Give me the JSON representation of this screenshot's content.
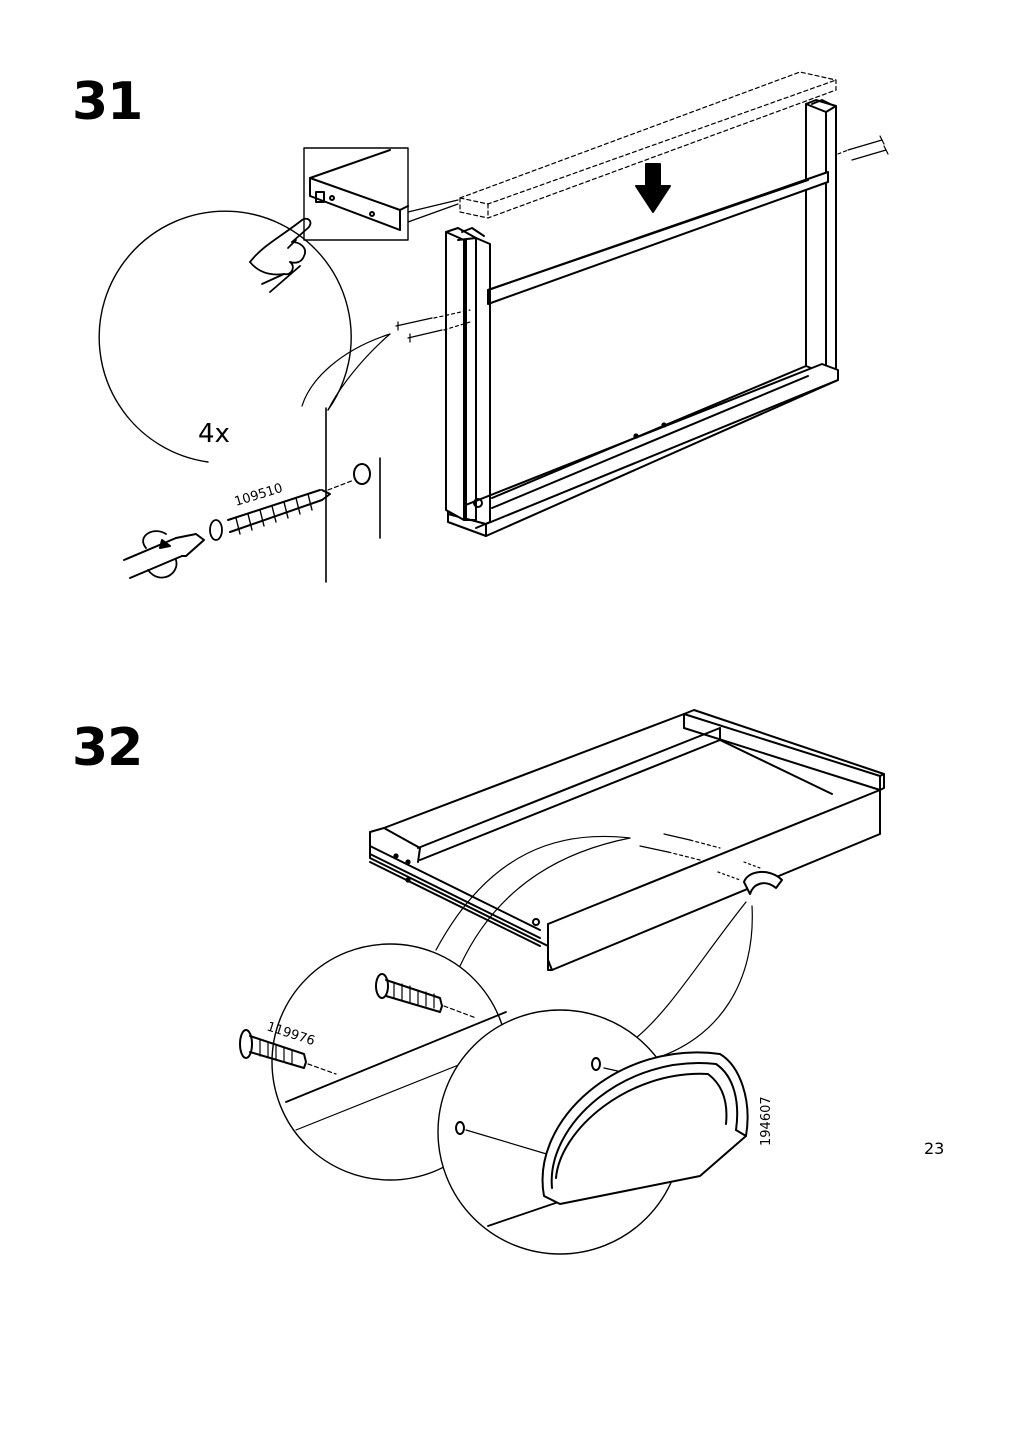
{
  "page": {
    "number": "23"
  },
  "steps": [
    {
      "number": "31",
      "quantity": "4x",
      "part_screw": "109510"
    },
    {
      "number": "32",
      "part_bolt": "119976",
      "part_handle": "194607"
    }
  ]
}
